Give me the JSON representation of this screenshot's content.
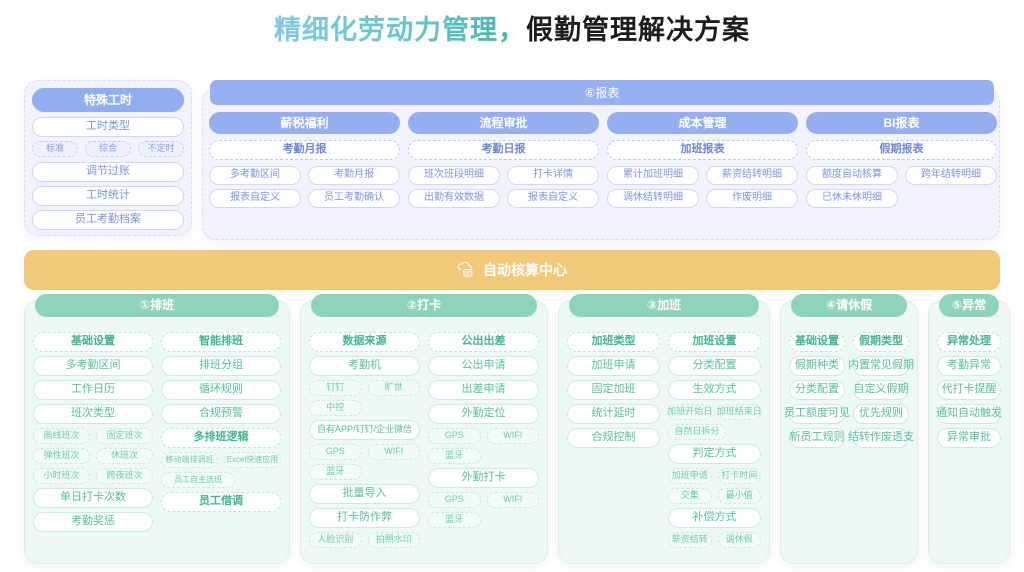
{
  "title": {
    "highlight": "精细化劳动力管理，",
    "rest": "假勤管理解决方案"
  },
  "colors": {
    "blue_header": "#93aef0",
    "blue_panel_bg": "#f2f3fc",
    "green_header": "#8ed3bd",
    "green_panel_bg": "#eef9f4",
    "gold_bar": "#f0c979",
    "title_gradient_start": "#7fc8e8",
    "title_gradient_end": "#3fb5a8"
  },
  "special_hours": {
    "header": "特殊工时",
    "items": [
      "工时类型"
    ],
    "mini": [
      "标准",
      "综合",
      "不定时"
    ],
    "rest": [
      "调节过账",
      "工时统计",
      "员工考勤档案"
    ]
  },
  "report": {
    "header": "⑥报表",
    "columns": [
      {
        "title": "薪税福利",
        "sub": "考勤月报",
        "chips": [
          "多考勤区间",
          "考勤月报",
          "报表自定义",
          "员工考勤确认"
        ]
      },
      {
        "title": "流程审批",
        "sub": "考勤日报",
        "chips": [
          "班次班段明细",
          "打卡详情",
          "出勤有效数据",
          "报表自定义"
        ]
      },
      {
        "title": "成本管理",
        "sub": "加班报表",
        "chips": [
          "累计加班明细",
          "薪资结转明细",
          "调休结转明细",
          "作废明细"
        ]
      },
      {
        "title": "BI报表",
        "sub": "假期报表",
        "chips": [
          "额度自动核算",
          "跨年结转明细",
          "已休未休明细"
        ]
      }
    ]
  },
  "auto_center": {
    "icon": "cloud-calculator-icon",
    "label": "自动核算中心"
  },
  "sections": [
    {
      "header": "①排班",
      "col1": [
        {
          "t": "dash",
          "label": "基础设置"
        },
        {
          "t": "solid",
          "label": "多考勤区间"
        },
        {
          "t": "solid",
          "label": "工作日历"
        },
        {
          "t": "solid",
          "label": "班次类型"
        },
        {
          "t": "mini2",
          "label": [
            "画线班次",
            "固定班次"
          ]
        },
        {
          "t": "mini2",
          "label": [
            "弹性班次",
            "休班次"
          ]
        },
        {
          "t": "mini2",
          "label": [
            "小时班次",
            "跨夜班次"
          ]
        },
        {
          "t": "solid",
          "label": "单日打卡次数"
        },
        {
          "t": "solid",
          "label": "考勤奖惩"
        }
      ],
      "col2": [
        {
          "t": "dash",
          "label": "智能排班"
        },
        {
          "t": "solid",
          "label": "排班分组"
        },
        {
          "t": "solid",
          "label": "循环规则"
        },
        {
          "t": "solid",
          "label": "合规预警"
        },
        {
          "t": "dash",
          "label": "多排班逻辑"
        },
        {
          "t": "mini2",
          "label": [
            "移动端排调班",
            "Excel快速应用"
          ]
        },
        {
          "t": "mini1",
          "label": [
            "员工自主选班"
          ]
        },
        {
          "t": "dash",
          "label": "员工借调"
        }
      ]
    },
    {
      "header": "②打卡",
      "col1": [
        {
          "t": "dash",
          "label": "数据来源"
        },
        {
          "t": "solid",
          "label": "考勤机"
        },
        {
          "t": "mini2",
          "label": [
            "钉钉",
            "旷世"
          ]
        },
        {
          "t": "mini1",
          "label": [
            "中控"
          ]
        },
        {
          "t": "solid",
          "label": "自有APP/钉钉/企业微信"
        },
        {
          "t": "mini2",
          "label": [
            "GPS",
            "WIFI"
          ]
        },
        {
          "t": "mini1",
          "label": [
            "蓝牙"
          ]
        },
        {
          "t": "solid",
          "label": "批量导入"
        },
        {
          "t": "solid",
          "label": "打卡防作弊"
        },
        {
          "t": "mini2",
          "label": [
            "人脸识别",
            "拍照水印"
          ]
        }
      ],
      "col2": [
        {
          "t": "dash",
          "label": "公出出差"
        },
        {
          "t": "solid",
          "label": "公出申请"
        },
        {
          "t": "solid",
          "label": "出差申请"
        },
        {
          "t": "solid",
          "label": "外勤定位"
        },
        {
          "t": "mini2",
          "label": [
            "GPS",
            "WIFI"
          ]
        },
        {
          "t": "mini1",
          "label": [
            "蓝牙"
          ]
        },
        {
          "t": "solid",
          "label": "外勤打卡"
        },
        {
          "t": "mini2",
          "label": [
            "GPS",
            "WIFI"
          ]
        },
        {
          "t": "mini1",
          "label": [
            "蓝牙"
          ]
        }
      ]
    },
    {
      "header": "③加班",
      "col1": [
        {
          "t": "dash",
          "label": "加班类型"
        },
        {
          "t": "solid",
          "label": "加班申请"
        },
        {
          "t": "solid",
          "label": "固定加班"
        },
        {
          "t": "solid",
          "label": "统计延时"
        },
        {
          "t": "solid",
          "label": "合规控制"
        }
      ],
      "col2": [
        {
          "t": "dash",
          "label": "加班设置"
        },
        {
          "t": "solid",
          "label": "分类配置"
        },
        {
          "t": "solid",
          "label": "生效方式"
        },
        {
          "t": "mini2",
          "label": [
            "加班开始日",
            "加班结束日"
          ]
        },
        {
          "t": "mini1",
          "label": [
            "自然日拆分"
          ]
        },
        {
          "t": "solid",
          "label": "判定方式"
        },
        {
          "t": "mini2",
          "label": [
            "加班申请",
            "打卡时间"
          ]
        },
        {
          "t": "mini2",
          "label": [
            "交集",
            "最小值"
          ]
        },
        {
          "t": "solid",
          "label": "补偿方式"
        },
        {
          "t": "mini2",
          "label": [
            "薪资结转",
            "调休假"
          ]
        }
      ]
    },
    {
      "header": "④请休假",
      "col1": [
        {
          "t": "dash",
          "label": "基础设置"
        },
        {
          "t": "solid",
          "label": "假期种类"
        },
        {
          "t": "solid",
          "label": "分类配置"
        },
        {
          "t": "solid",
          "label": "员工额度可见"
        },
        {
          "t": "solid",
          "label": "新员工规则"
        }
      ],
      "col2": [
        {
          "t": "dash",
          "label": "假期类型"
        },
        {
          "t": "solid",
          "label": "内置常见假期"
        },
        {
          "t": "solid",
          "label": "自定义假期"
        },
        {
          "t": "solid",
          "label": "优先规则"
        },
        {
          "t": "solid",
          "label": "结转作废透支"
        }
      ]
    },
    {
      "header": "⑤异常",
      "col1": [
        {
          "t": "dash",
          "label": "异常处理"
        },
        {
          "t": "solid",
          "label": "考勤异常"
        },
        {
          "t": "solid",
          "label": "代打卡提醒"
        },
        {
          "t": "solid",
          "label": "通知自动触发"
        },
        {
          "t": "solid",
          "label": "异常审批"
        }
      ],
      "col2": []
    }
  ]
}
